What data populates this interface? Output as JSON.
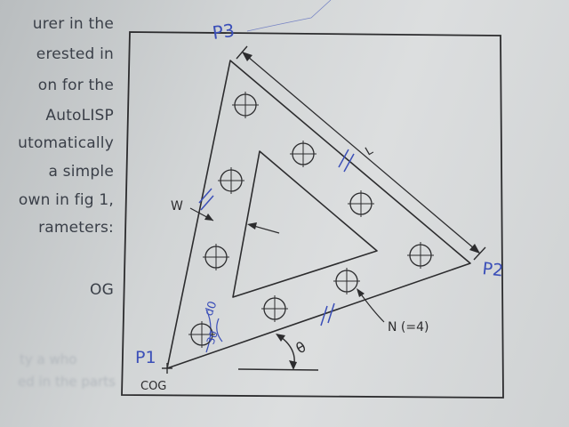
{
  "page_text": {
    "lines": [
      "urer in the",
      "erested in",
      "on for the",
      "AutoLISP",
      "utomatically",
      "a simple",
      "own in fig 1,",
      "rameters:",
      "OG"
    ],
    "faint_lines": [
      "ty a who",
      "ed in the parts"
    ]
  },
  "sketch_labels": {
    "p3": "P3",
    "p2": "P2",
    "p1": "P1",
    "cog": "COG",
    "length": "L",
    "width": "W",
    "holes": "N (=4)",
    "angle": "θ",
    "dim_a": "d0",
    "dim_b": "30"
  },
  "colors": {
    "pencil": "#2c2c2e",
    "blue_ink": "#3b4fb8",
    "printed_text": "#3a3f48"
  }
}
